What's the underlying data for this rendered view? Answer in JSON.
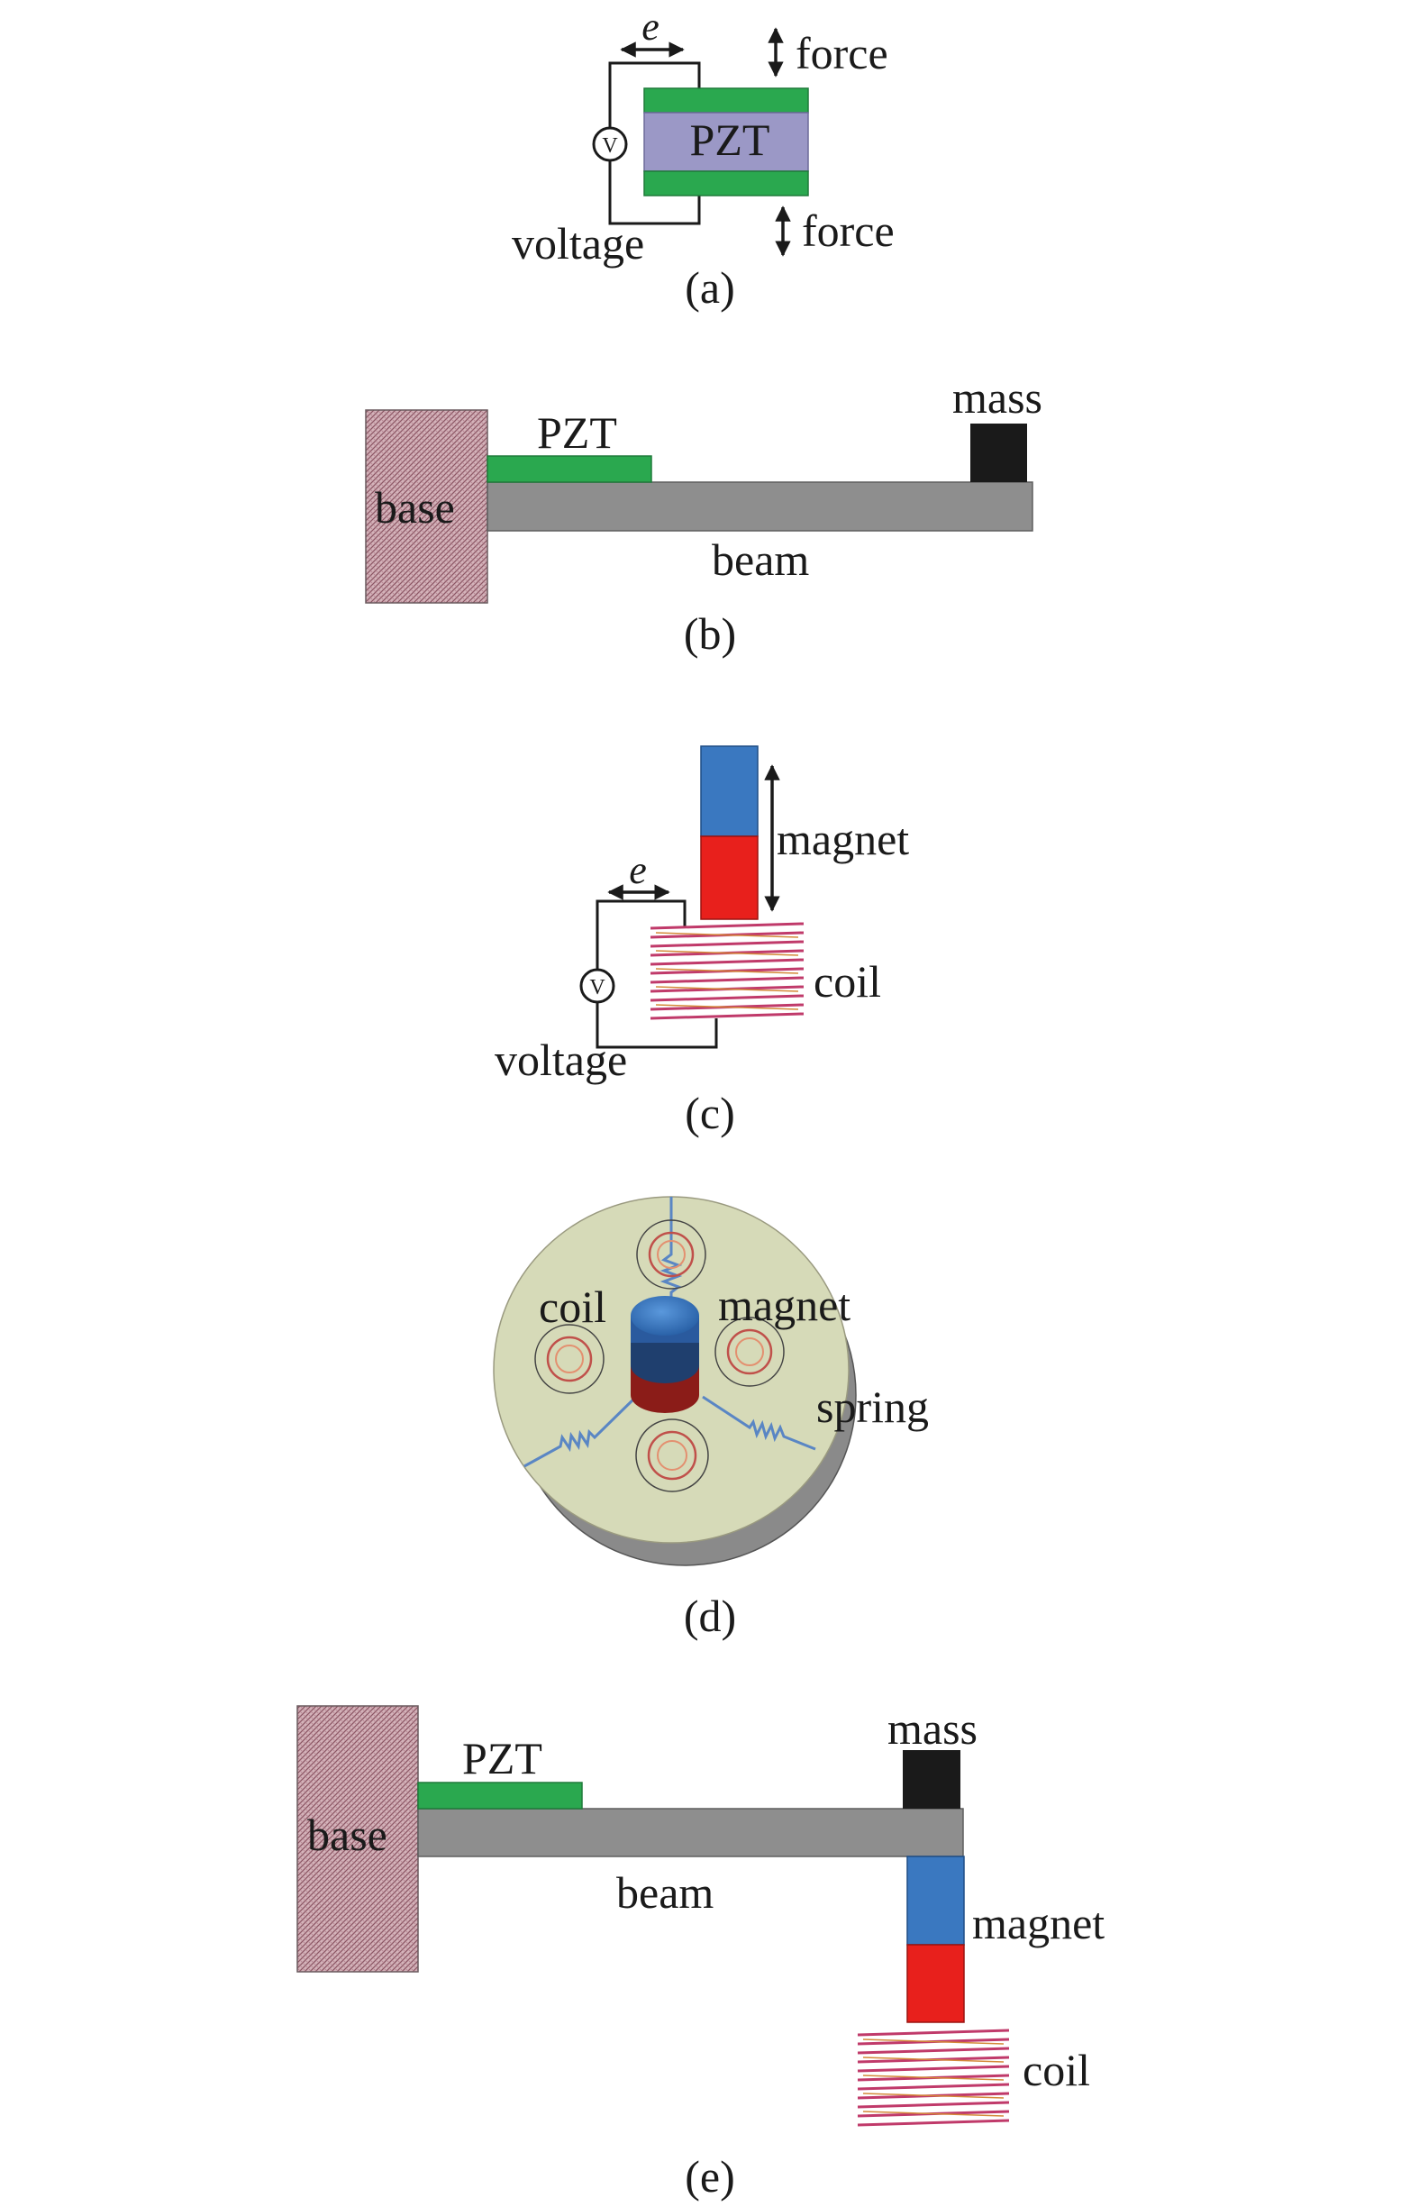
{
  "panels": {
    "a": {
      "caption": "(a)",
      "label_e": "e",
      "label_pzt": "PZT",
      "label_force_top": "force",
      "label_force_bottom": "force",
      "label_voltage": "voltage",
      "label_v": "V"
    },
    "b": {
      "caption": "(b)",
      "label_base": "base",
      "label_pzt": "PZT",
      "label_mass": "mass",
      "label_beam": "beam"
    },
    "c": {
      "caption": "(c)",
      "label_magnet": "magnet",
      "label_e": "e",
      "label_coil": "coil",
      "label_voltage": "voltage",
      "label_v": "V"
    },
    "d": {
      "caption": "(d)",
      "label_coil": "coil",
      "label_magnet": "magnet",
      "label_spring": "spring"
    },
    "e": {
      "caption": "(e)",
      "label_base": "base",
      "label_pzt": "PZT",
      "label_mass": "mass",
      "label_beam": "beam",
      "label_magnet": "magnet",
      "label_coil": "coil"
    }
  },
  "colors": {
    "pzt_electrode": "#2aa84f",
    "pzt_body": "#9b98c6",
    "beam": "#8e8e8e",
    "base": "#c9a3ab",
    "mass": "#1a1a1a",
    "magnet_north": "#3a78c0",
    "magnet_south": "#e8201c",
    "coil_wire": "#c03a6a",
    "disk_face": "#d6dab8",
    "disk_side": "#8a8a8a",
    "spring": "#5a86c4"
  }
}
